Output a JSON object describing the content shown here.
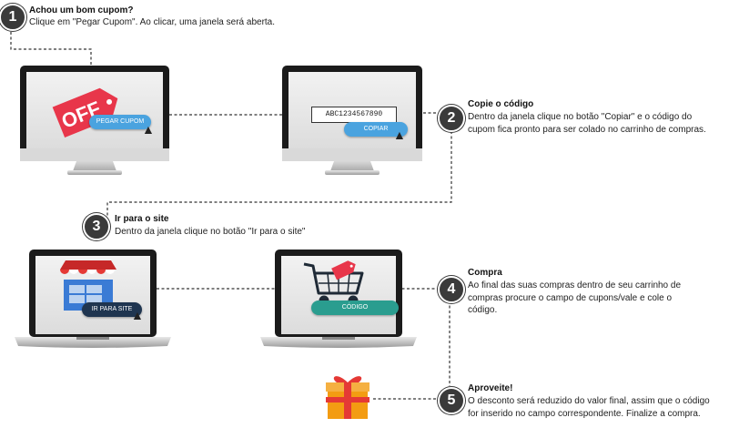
{
  "steps": [
    {
      "number": "1",
      "title": "Achou um bom cupom?",
      "lines": [
        "Clique em \"Pegar Cupom\". Ao clicar, uma janela será aberta."
      ]
    },
    {
      "number": "2",
      "title": "Copie o código",
      "lines": [
        "Dentro da janela clique no botão \"Copiar\" e o código do",
        "cupom fica pronto para ser colado no carrinho de compras."
      ]
    },
    {
      "number": "3",
      "title": "Ir para o site",
      "lines": [
        "Dentro da janela clique no botão \"Ir para o site\""
      ]
    },
    {
      "number": "4",
      "title": "Compra",
      "lines": [
        "Ao final das suas compras dentro de seu carrinho de",
        "compras procure o campo de cupons/vale e cole o",
        "código."
      ]
    },
    {
      "number": "5",
      "title": "Aproveite!",
      "lines": [
        "O desconto será reduzido do valor final, assim que o código",
        "for inserido no campo correspondente. Finalize a compra."
      ]
    }
  ],
  "screens": {
    "tag_text": "OFF",
    "pegar_cupom": "PEGAR CUPOM",
    "coupon_code": "ABC1234567890",
    "copiar": "COPIAR",
    "ir_para_site": "IR PARA SITE",
    "codigo": "CÓDIGO"
  },
  "colors": {
    "blue_button": "#4aa3df",
    "teal_button": "#2a9d8f",
    "navy_button": "#1f3550",
    "tag_red": "#e8364a",
    "badge": "#3a3a3a",
    "gift": "#f39c12",
    "ribbon": "#e53935"
  },
  "icons": [
    "price-tag-icon",
    "cursor-icon",
    "store-icon",
    "shopping-cart-icon",
    "gift-icon"
  ]
}
